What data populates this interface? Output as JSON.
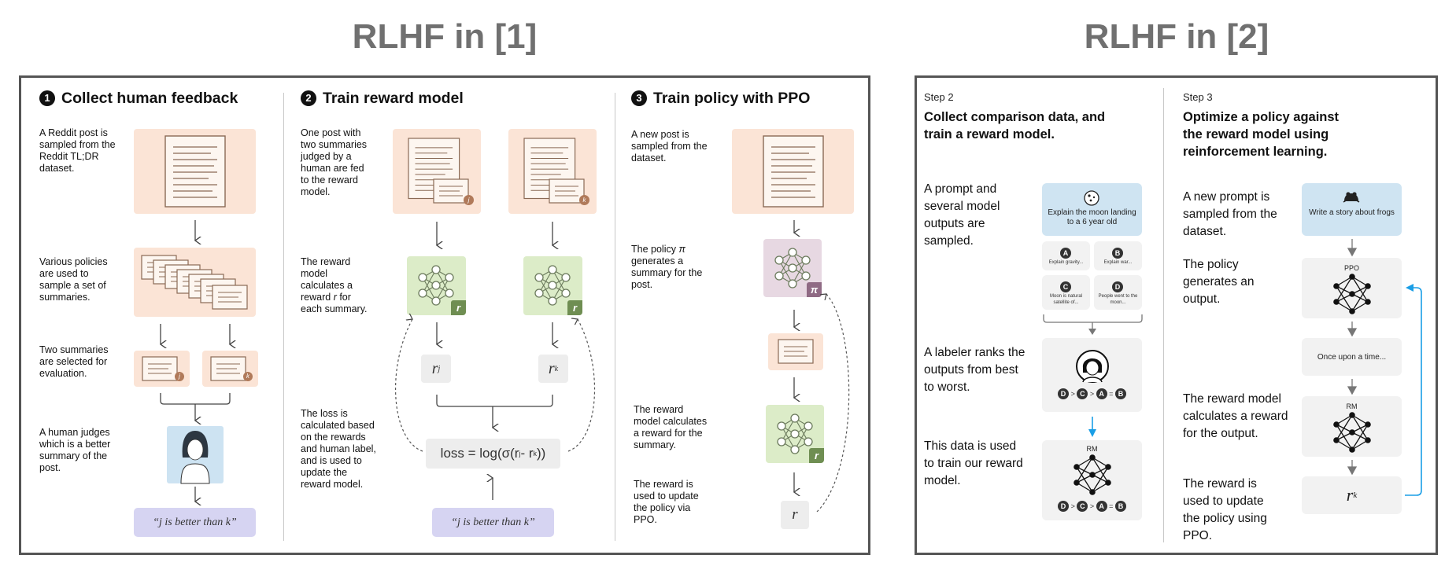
{
  "titles": {
    "left": "RLHF in [1]",
    "right": "RLHF in [2]"
  },
  "panel1": {
    "steps": [
      {
        "num": "1",
        "title": "Collect human feedback"
      },
      {
        "num": "2",
        "title": "Train reward model"
      },
      {
        "num": "3",
        "title": "Train policy with PPO"
      }
    ],
    "col1": {
      "desc_reddit": "A Reddit post is sampled from the Reddit TL;DR dataset.",
      "desc_policies": "Various policies are used to sample a set of summaries.",
      "desc_two": "Two summaries are selected for evaluation.",
      "desc_judge": "A human judges which is a better summary of the post.",
      "label_j": "j",
      "label_k": "k",
      "judgement": "“j is better than k”"
    },
    "col2": {
      "desc_post": "One post with two summaries judged by a human are fed to the reward model.",
      "desc_reward": "The reward model calculates a reward r for each summary.",
      "desc_loss": "The loss is calculated based on the rewards and human label, and is used to update the reward model.",
      "label_j": "j",
      "label_k": "k",
      "tag_r": "r",
      "rj_main": "r",
      "rj_sub": "j",
      "rk_main": "r",
      "rk_sub": "k",
      "loss_formula": "loss = log(σ(r",
      "loss_mid": " - r",
      "loss_end": "))",
      "loss_sub_j": "j",
      "loss_sub_k": "k",
      "judgement": "“j is better than k”"
    },
    "col3": {
      "desc_new": "A new post is sampled from the dataset.",
      "desc_policy": "The policy π generates a summary for the post.",
      "desc_reward": "The reward model calculates a reward for the summary.",
      "desc_update": "The reward is used to update the policy via PPO.",
      "tag_pi": "π",
      "tag_r": "r",
      "reward_label": "r"
    }
  },
  "panel2": {
    "step2": {
      "label": "Step 2",
      "heading": "Collect comparison data, and train a reward model.",
      "desc_prompt": "A prompt and several model outputs are sampled.",
      "desc_labeler": "A labeler ranks the outputs from best to worst.",
      "desc_train": "This data is used to train our reward model.",
      "prompt": "Explain the moon landing to a 6 year old",
      "outputs": [
        {
          "letter": "A",
          "text": "Explain gravity..."
        },
        {
          "letter": "B",
          "text": "Explain war..."
        },
        {
          "letter": "C",
          "text": "Moon is natural satellite of..."
        },
        {
          "letter": "D",
          "text": "People went to the moon..."
        }
      ],
      "ranking": [
        "D",
        ">",
        "C",
        ">",
        "A",
        "=",
        "B"
      ],
      "rm_label": "RM"
    },
    "step3": {
      "label": "Step 3",
      "heading": "Optimize a policy against the reward model using reinforcement learning.",
      "desc_prompt": "A new prompt is sampled from the dataset.",
      "desc_policy": "The policy generates an output.",
      "desc_reward": "The reward model calculates a reward for the output.",
      "desc_update": "The reward is used to update the policy using PPO.",
      "prompt": "Write a story about frogs",
      "ppo_label": "PPO",
      "output": "Once upon a time...",
      "rm_label": "RM",
      "reward_main": "r",
      "reward_sub": "k"
    }
  },
  "colors": {
    "peach": "#fbe4d6",
    "green": "#dcecc8",
    "lavender": "#d6d4f2",
    "blue": "#cfe4f2",
    "accent_blue": "#1a9ee6"
  }
}
